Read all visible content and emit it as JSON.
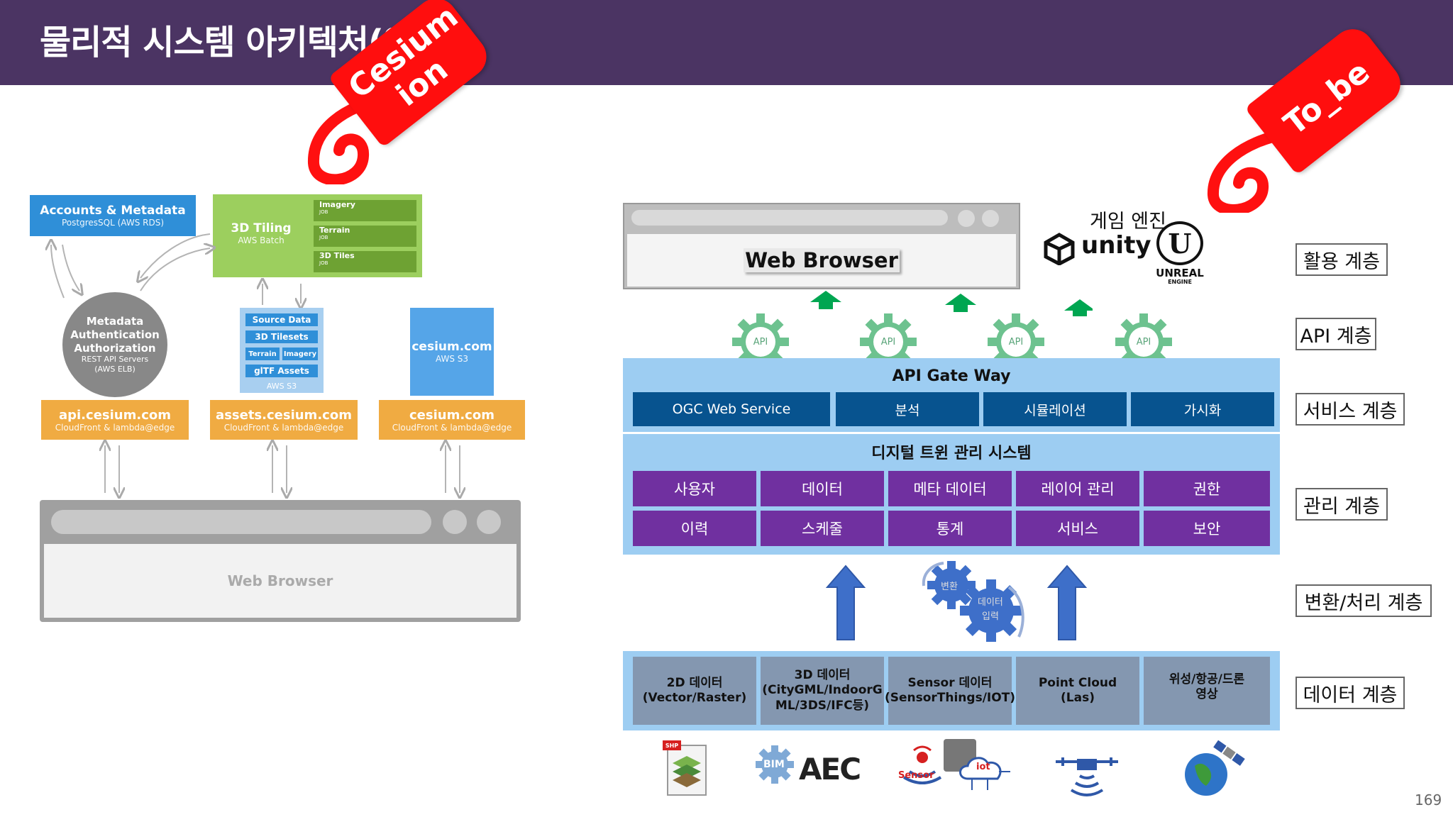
{
  "header": {
    "title": "물리적 시스템 아키텍처(안)"
  },
  "tags": {
    "left": "Cesium ion",
    "right": "To_be"
  },
  "left_diagram": {
    "accounts": {
      "title": "Accounts & Metadata",
      "sub": "PostgresSQL (AWS RDS)"
    },
    "tiling": {
      "title": "3D Tiling",
      "sub": "AWS Batch",
      "jobs": [
        {
          "label": "Imagery",
          "sub": "JOB"
        },
        {
          "label": "Terrain",
          "sub": "JOB"
        },
        {
          "label": "3D Tiles",
          "sub": "JOB"
        }
      ]
    },
    "metadata_circle": {
      "l1": "Metadata",
      "l2": "Authentication",
      "l3": "Authorization",
      "l4": "REST API Servers",
      "l5": "(AWS ELB)"
    },
    "source_data": {
      "header": "Source Data",
      "tilesets": "3D Tilesets",
      "terrain": "Terrain",
      "imagery": "Imagery",
      "gltf": "glTF Assets",
      "footer": "AWS S3"
    },
    "s3": {
      "title": "cesium.com",
      "sub": "AWS S3"
    },
    "cdn": [
      {
        "title": "api.cesium.com",
        "sub": "CloudFront & lambda@edge"
      },
      {
        "title": "assets.cesium.com",
        "sub": "CloudFront & lambda@edge"
      },
      {
        "title": "cesium.com",
        "sub": "CloudFront & lambda@edge"
      }
    ],
    "browser": {
      "label": "Web Browser"
    }
  },
  "right_diagram": {
    "browser_label": "Web Browser",
    "game_engine": {
      "title": "게임 엔진",
      "unity": "unity",
      "unreal": "UNREAL",
      "unreal_sub": "ENGINE"
    },
    "api_label": "API",
    "gateway": "API Gate Way",
    "services": [
      "OGC Web Service",
      "분석",
      "시뮬레이션",
      "가시화"
    ],
    "dtms_title": "디지털 트윈 관리 시스템",
    "mgmt_row1": [
      "사용자",
      "데이터",
      "메타 데이터",
      "레이어 관리",
      "권한"
    ],
    "mgmt_row2": [
      "이력",
      "스케줄",
      "통계",
      "서비스",
      "보안"
    ],
    "gears": {
      "convert": "변환",
      "data": "데이터",
      "input": "입력"
    },
    "data_boxes": [
      {
        "l1": "2D 데이터",
        "l2": "(Vector/Raster)",
        "l3": ""
      },
      {
        "l1": "3D 데이터",
        "l2": "(CityGML/IndoorG",
        "l3": "ML/3DS/IFC등)"
      },
      {
        "l1": "Sensor 데이터",
        "l2": "(SensorThings/IOT)",
        "l3": ""
      },
      {
        "l1": "Point Cloud",
        "l2": "(Las)",
        "l3": ""
      },
      {
        "l1": "위성/항공/드론",
        "l2": "영상",
        "l3": ""
      }
    ],
    "icons": {
      "shp": "SHP",
      "bim": "BIM",
      "aec": "AEC",
      "sensor": "Sensor",
      "iot": "iot"
    }
  },
  "layers": [
    "활용 계층",
    "API 계층",
    "서비스 계층",
    "관리 계층",
    "변환/처리 계층",
    "데이터 계층"
  ],
  "page_number": "169"
}
